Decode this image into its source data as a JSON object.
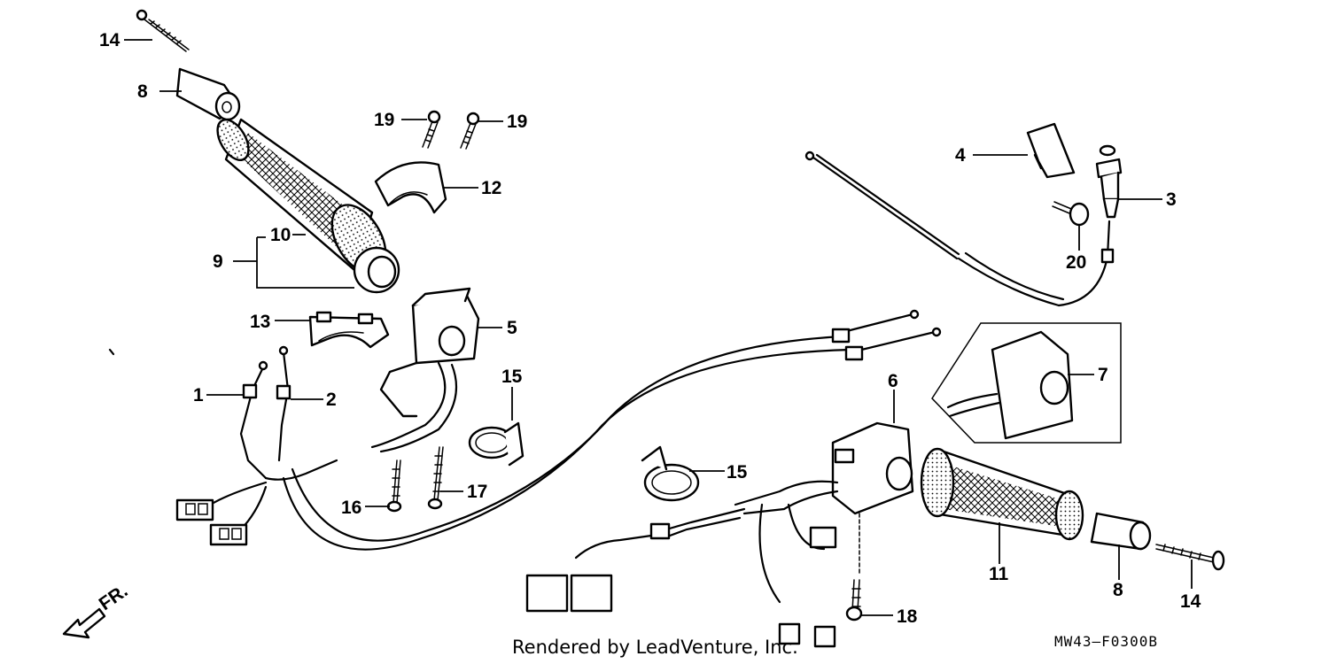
{
  "callouts": {
    "c1": "1",
    "c2": "2",
    "c3": "3",
    "c4": "4",
    "c5": "5",
    "c6": "6",
    "c7": "7",
    "c8_top": "8",
    "c8_bottom": "8",
    "c9": "9",
    "c10": "10",
    "c11": "11",
    "c12": "12",
    "c13": "13",
    "c14_top": "14",
    "c14_bottom": "14",
    "c15_top": "15",
    "c15_mid": "15",
    "c16": "16",
    "c17": "17",
    "c18": "18",
    "c19_left": "19",
    "c19_right": "19",
    "c20": "20"
  },
  "front_indicator": "FR.",
  "diagram_code": "MW43—F0300B",
  "credit": "Rendered by LeadVenture, Inc."
}
